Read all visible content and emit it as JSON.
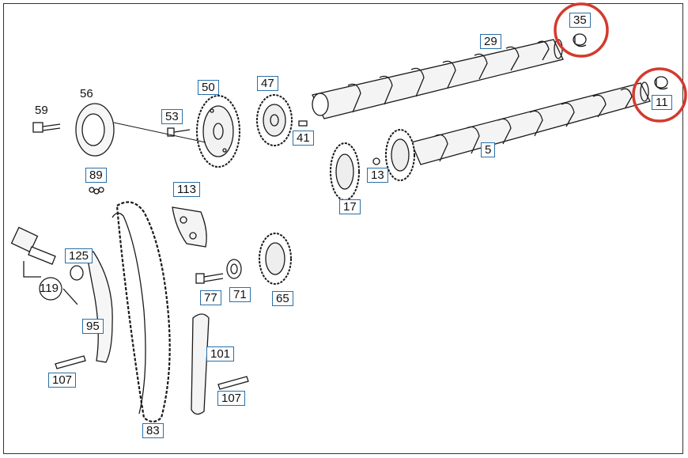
{
  "colors": {
    "label_box": "#2a6fa8",
    "highlight_circle": "#d23b2e",
    "line_art": "#1a1a1a"
  },
  "labels": {
    "p35": "35",
    "p29": "29",
    "p11": "11",
    "p5": "5",
    "p59": "59",
    "p56": "56",
    "p50": "50",
    "p47": "47",
    "p53": "53",
    "p41": "41",
    "p13": "13",
    "p17": "17",
    "p89": "89",
    "p113": "113",
    "p125": "125",
    "p119": "119",
    "p95": "95",
    "p77": "77",
    "p71": "71",
    "p65": "65",
    "p101": "101",
    "p107a": "107",
    "p107b": "107",
    "p83": "83"
  }
}
